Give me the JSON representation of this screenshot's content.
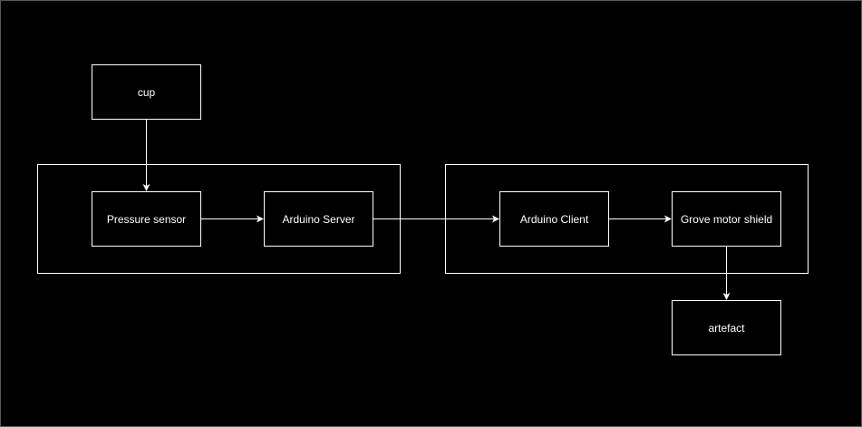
{
  "diagram": {
    "background_color": "#000000",
    "stroke_color": "#ffffff",
    "text_color": "#ffffff",
    "groups": [
      {
        "id": "server-group",
        "nodes": [
          "pressure-sensor",
          "arduino-server"
        ]
      },
      {
        "id": "client-group",
        "nodes": [
          "arduino-client",
          "grove-motor-shield"
        ]
      }
    ],
    "nodes": {
      "cup": {
        "label": "cup"
      },
      "pressure_sensor": {
        "label": "Pressure sensor"
      },
      "arduino_server": {
        "label": "Arduino Server"
      },
      "arduino_client": {
        "label": "Arduino Client"
      },
      "grove_motor_shield": {
        "label": "Grove motor shield"
      },
      "artefact": {
        "label": "artefact"
      }
    },
    "edges": [
      {
        "from": "cup",
        "to": "Pressure sensor"
      },
      {
        "from": "Pressure sensor",
        "to": "Arduino Server"
      },
      {
        "from": "Arduino Server",
        "to": "Arduino Client"
      },
      {
        "from": "Arduino Client",
        "to": "Grove motor shield"
      },
      {
        "from": "Grove motor shield",
        "to": "artefact"
      }
    ]
  }
}
